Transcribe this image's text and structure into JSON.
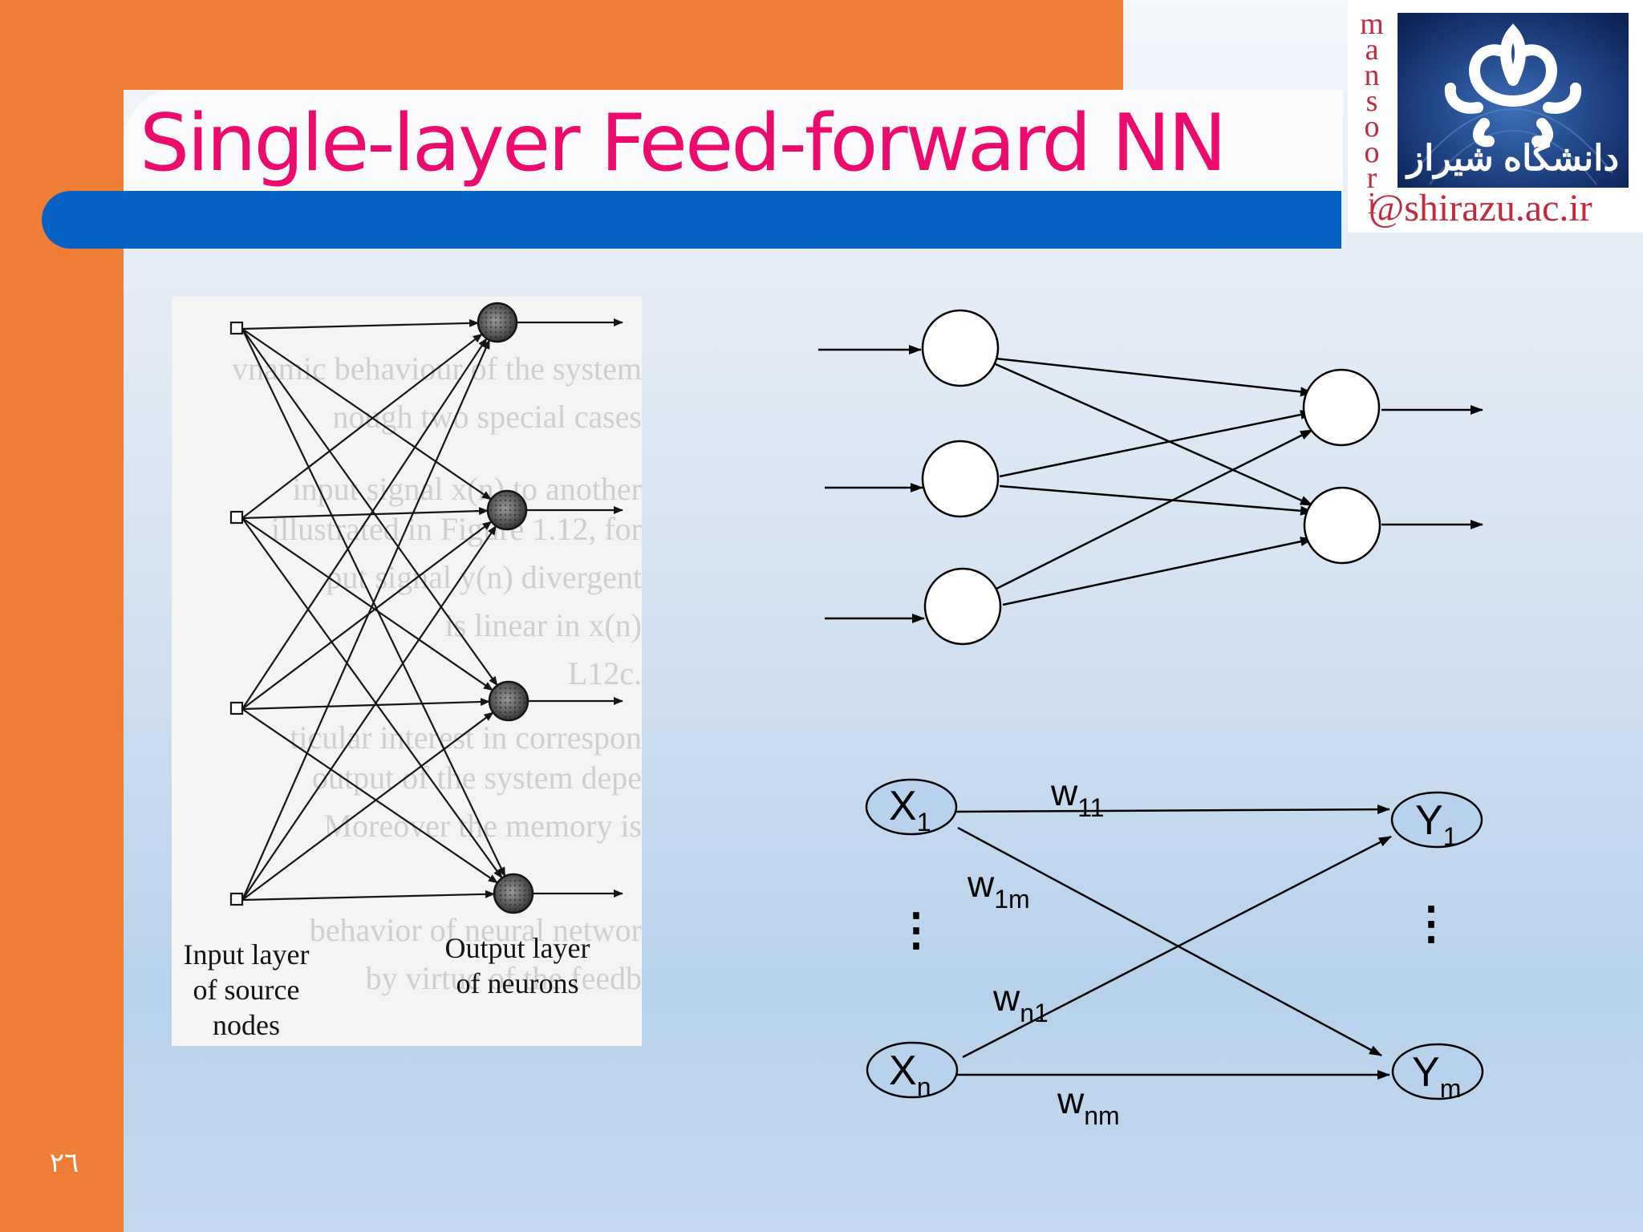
{
  "slide": {
    "title": "Single-layer Feed-forward NN",
    "number": "٢٦",
    "colors": {
      "orange": "#ee7d35",
      "blue_bar": "#0562c2",
      "title": "#ec0b6d"
    }
  },
  "logo": {
    "vertical_letters": [
      "m",
      "a",
      "n",
      "s",
      "o",
      "o",
      "r",
      "i"
    ],
    "email": "@shirazu.ac.ir",
    "emblem_text": "دانشگاه شیراز"
  },
  "scanned_figure": {
    "input_label": [
      "Input layer",
      "of source",
      "nodes"
    ],
    "output_label": [
      "Output layer",
      "of neurons"
    ],
    "background_text": [
      "vnamic behaviour of the system",
      "nough two special cases",
      "input signal x(n) to another",
      "illustrated in Figure 1.12, for",
      "put signal y(n) divergent",
      "is linear in x(n)",
      "L12c.",
      "ticular interest in correspon",
      "output of the system depe",
      "Moreover the memory is",
      "behavior of neural networ",
      "by virtue of the feedb"
    ]
  },
  "network_diagram": {
    "input_count": 3,
    "output_count": 2
  },
  "weights_diagram": {
    "x1": {
      "base": "X",
      "sub": "1"
    },
    "xn": {
      "base": "X",
      "sub": "n"
    },
    "y1": {
      "base": "Y",
      "sub": "1"
    },
    "ym": {
      "base": "Y",
      "sub": "m"
    },
    "w11": {
      "base": "w",
      "sub": "11"
    },
    "w1m": {
      "base": "w",
      "sub": "1m"
    },
    "wn1": {
      "base": "w",
      "sub": "n1"
    },
    "wnm": {
      "base": "w",
      "sub": "nm"
    },
    "ellipsis_left": "⋮",
    "ellipsis_right": "⋮"
  }
}
